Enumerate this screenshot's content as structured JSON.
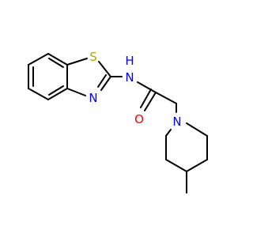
{
  "molecule": {
    "atoms": {
      "sulfur": "S",
      "amide_nitrogen": "N",
      "amide_hydrogen": "H",
      "thiazole_nitrogen": "N",
      "carbonyl_oxygen": "O",
      "piperidine_nitrogen": "N"
    }
  },
  "colors": {
    "bond": "#000000",
    "nitrogen": "#0000ff",
    "oxygen": "#ff0000",
    "sulfur": "#b8a200"
  }
}
